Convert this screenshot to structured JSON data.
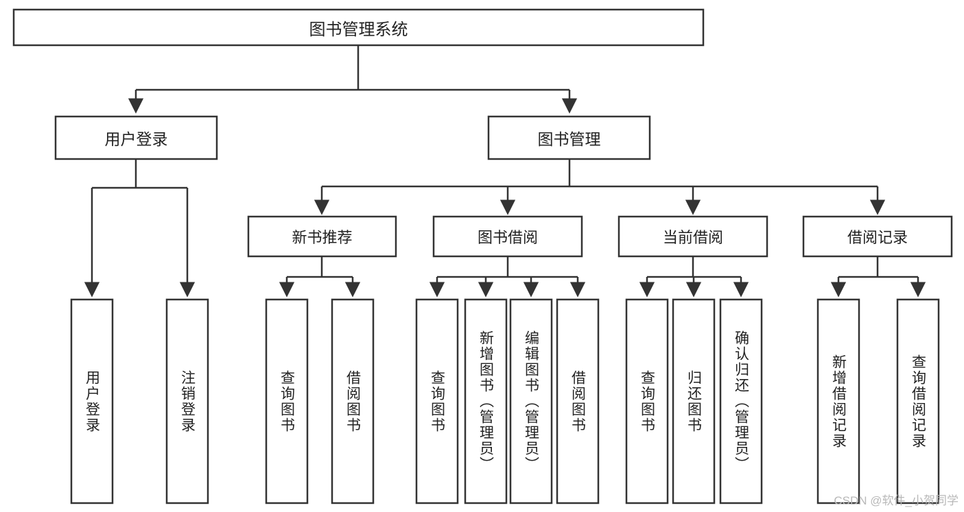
{
  "diagram": {
    "type": "tree-hierarchy-flowchart",
    "title": "图书管理系统",
    "watermark": "CSDN @软件_小贺同学",
    "colors": {
      "box_stroke": "#333333",
      "box_fill": "#ffffff",
      "connector": "#333333",
      "text": "#222222",
      "background": "#ffffff",
      "watermark": "#b8b8b8"
    },
    "levels": {
      "level1": [
        {
          "id": "root",
          "label": "图书管理系统",
          "orientation": "horizontal"
        }
      ],
      "level2": [
        {
          "id": "user-login",
          "label": "用户登录",
          "orientation": "horizontal"
        },
        {
          "id": "book-manage",
          "label": "图书管理",
          "orientation": "horizontal"
        }
      ],
      "level3": [
        {
          "id": "new-book-recommend",
          "label": "新书推荐",
          "orientation": "horizontal",
          "parent": "book-manage"
        },
        {
          "id": "book-borrow",
          "label": "图书借阅",
          "orientation": "horizontal",
          "parent": "book-manage"
        },
        {
          "id": "current-borrow",
          "label": "当前借阅",
          "orientation": "horizontal",
          "parent": "book-manage"
        },
        {
          "id": "borrow-record",
          "label": "借阅记录",
          "orientation": "horizontal",
          "parent": "book-manage"
        }
      ],
      "level4": [
        {
          "id": "leaf-user-login",
          "label": "用户登录",
          "orientation": "vertical",
          "parent": "user-login"
        },
        {
          "id": "leaf-logout-login",
          "label": "注销登录",
          "orientation": "vertical",
          "parent": "user-login"
        },
        {
          "id": "leaf-query-book-1",
          "label": "查询图书",
          "orientation": "vertical",
          "parent": "new-book-recommend"
        },
        {
          "id": "leaf-borrow-book-1",
          "label": "借阅图书",
          "orientation": "vertical",
          "parent": "new-book-recommend"
        },
        {
          "id": "leaf-query-book-2",
          "label": "查询图书",
          "orientation": "vertical",
          "parent": "book-borrow"
        },
        {
          "id": "leaf-add-book",
          "label": "新增图书（管理员）",
          "orientation": "vertical",
          "parent": "book-borrow"
        },
        {
          "id": "leaf-edit-book",
          "label": "编辑图书（管理员）",
          "orientation": "vertical",
          "parent": "book-borrow"
        },
        {
          "id": "leaf-borrow-book-2",
          "label": "借阅图书",
          "orientation": "vertical",
          "parent": "book-borrow"
        },
        {
          "id": "leaf-query-book-3",
          "label": "查询图书",
          "orientation": "vertical",
          "parent": "current-borrow"
        },
        {
          "id": "leaf-return-book",
          "label": "归还图书",
          "orientation": "vertical",
          "parent": "current-borrow"
        },
        {
          "id": "leaf-confirm-return",
          "label": "确认归还（管理员）",
          "orientation": "vertical",
          "parent": "current-borrow"
        },
        {
          "id": "leaf-add-record",
          "label": "新增借阅记录",
          "orientation": "vertical",
          "parent": "borrow-record"
        },
        {
          "id": "leaf-query-record",
          "label": "查询借阅记录",
          "orientation": "vertical",
          "parent": "borrow-record"
        }
      ]
    }
  }
}
